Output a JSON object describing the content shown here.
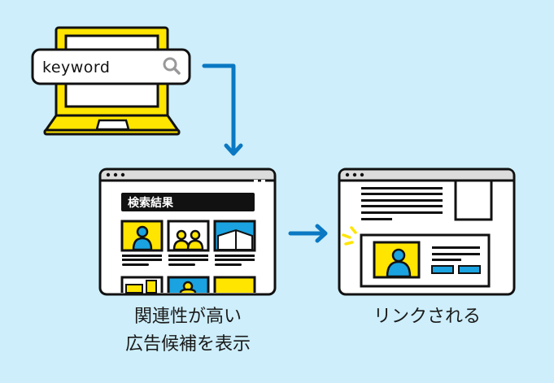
{
  "search": {
    "keyword": "keyword",
    "icon": "search-icon"
  },
  "results_page": {
    "header_label": "検索結果",
    "caption_line1": "関連性が高い",
    "caption_line2": "広告候補を表示"
  },
  "linked_page": {
    "caption": "リンクされる"
  },
  "colors": {
    "background": "#cdeefa",
    "accent_blue": "#0a78c3",
    "yellow": "#ffe500",
    "cyan": "#1aa3e0",
    "outline": "#111111"
  }
}
